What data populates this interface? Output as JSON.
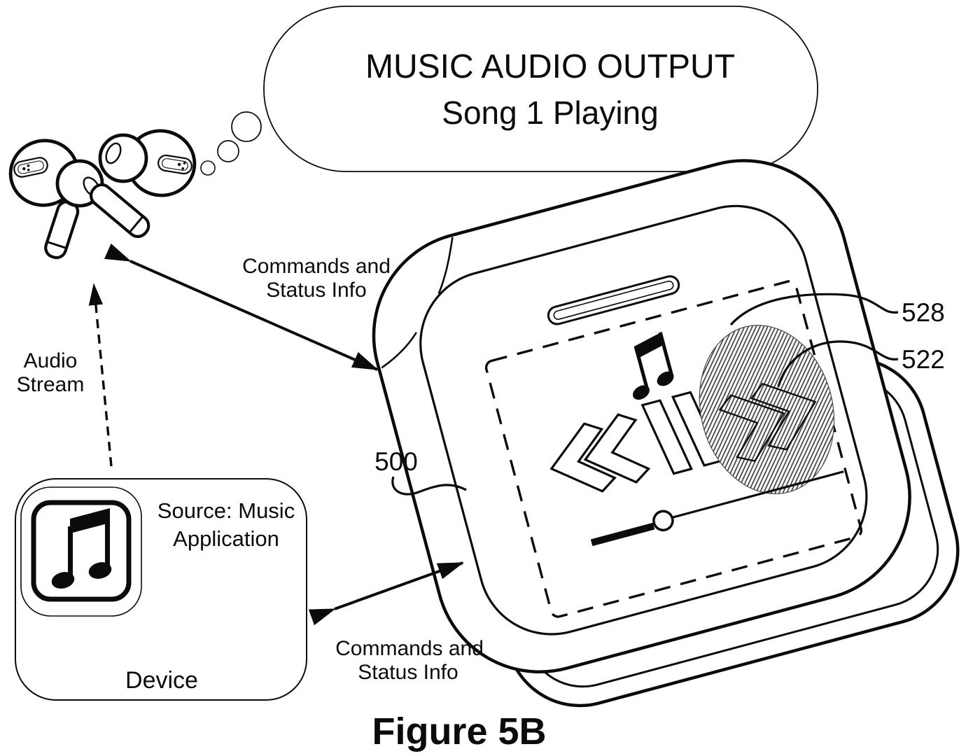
{
  "figure": {
    "caption": "Figure 5B",
    "bubble": {
      "line1": "MUSIC AUDIO OUTPUT",
      "line2": "Song 1 Playing"
    },
    "labels": {
      "commands_top_line1": "Commands and",
      "commands_top_line2": "Status Info",
      "commands_bottom_line1": "Commands and",
      "commands_bottom_line2": "Status Info",
      "audio_line1": "Audio",
      "audio_line2": "Stream"
    },
    "device": {
      "source_line1": "Source: Music",
      "source_line2": "Application",
      "name": "Device"
    },
    "refs": {
      "case": "500",
      "touch_area": "528",
      "control": "522"
    },
    "icons": {
      "earbuds": "wireless-earbuds",
      "thought_bubble": "thought-bubble",
      "app": "music-app-icon",
      "screen_note": "music-note-icon",
      "rewind": "rewind-icon",
      "pause": "pause-icon",
      "fast_forward": "fast-forward-icon",
      "slider": "progress-slider"
    },
    "colors": {
      "ink": "#0b0b0b",
      "paper": "#ffffff",
      "hatch": "#3c3c3c"
    }
  }
}
